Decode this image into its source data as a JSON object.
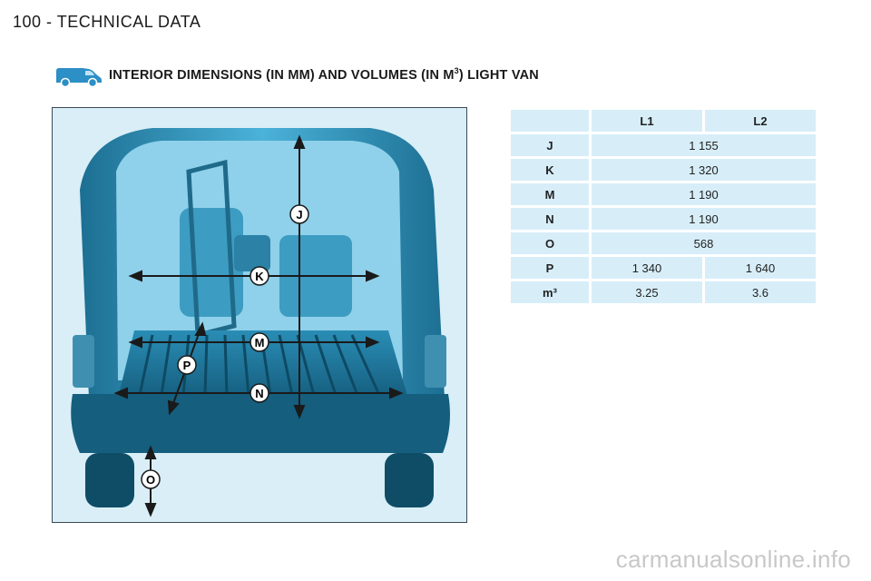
{
  "header": {
    "text": "100 - TECHNICAL DATA"
  },
  "section": {
    "title": "INTERIOR DIMENSIONS (IN MM) AND VOLUMES (IN M",
    "title_sup": "3",
    "title_end": ") LIGHT VAN",
    "icon": "van-icon"
  },
  "illustration": {
    "labels": {
      "J": "J",
      "K": "K",
      "M": "M",
      "P": "P",
      "N": "N",
      "O": "O"
    }
  },
  "table": {
    "headers": [
      "",
      "L1",
      "L2"
    ],
    "rows": [
      {
        "label": "J",
        "l1": "1 155",
        "span": true
      },
      {
        "label": "K",
        "l1": "1 320",
        "span": true
      },
      {
        "label": "M",
        "l1": "1 190",
        "span": true
      },
      {
        "label": "N",
        "l1": "1 190",
        "span": true
      },
      {
        "label": "O",
        "l1": "568",
        "span": true
      },
      {
        "label": "P",
        "l1": "1 340",
        "l2": "1 640",
        "span": false
      },
      {
        "label": "m³",
        "l1": "3.25",
        "l2": "3.6",
        "span": false
      }
    ]
  },
  "watermark": {
    "text": "carmanualsonline.info"
  },
  "colors": {
    "accent": "#1f7fa8",
    "cell_bg": "#d7eef9",
    "van_icon": "#2c8fc6"
  }
}
